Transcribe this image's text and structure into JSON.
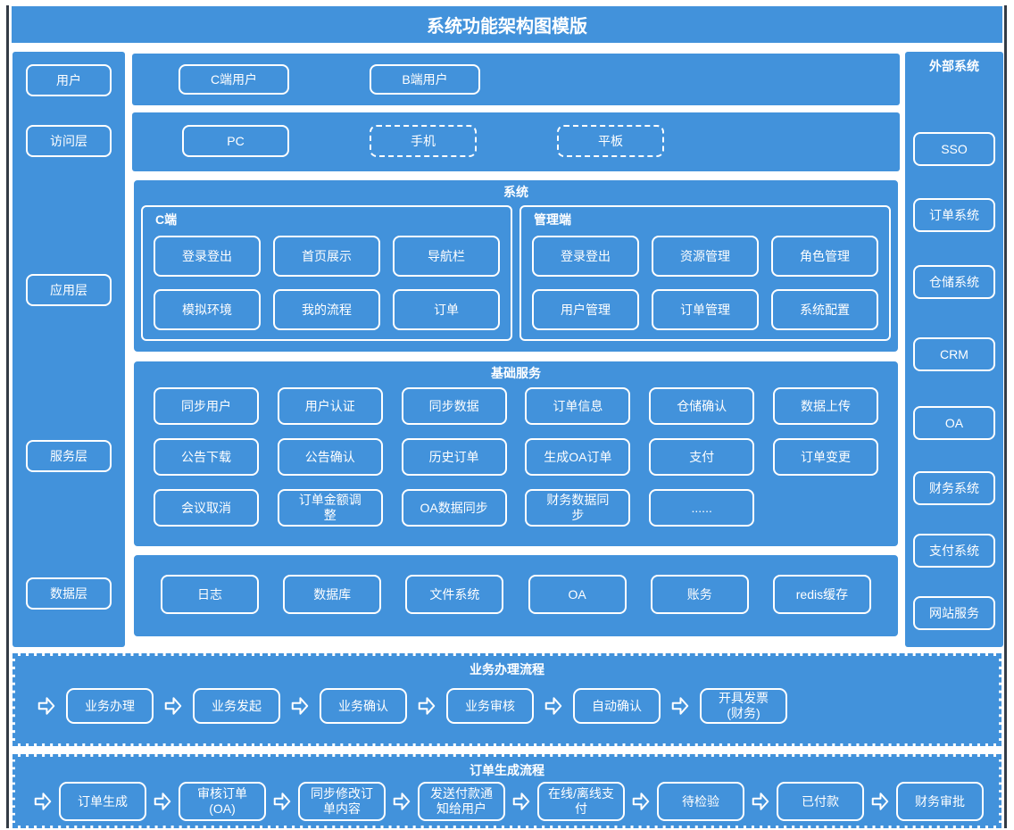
{
  "title": "系统功能架构图模版",
  "colors": {
    "primary": "#4292db",
    "edge": "#333b45",
    "text": "#ffffff"
  },
  "layer_column": {
    "items": [
      "用户",
      "访问层",
      "应用层",
      "服务层",
      "数据层"
    ]
  },
  "user_row": {
    "items": [
      "C端用户",
      "B端用户"
    ]
  },
  "access_row": {
    "items": [
      {
        "label": "PC",
        "dashed": false
      },
      {
        "label": "手机",
        "dashed": true
      },
      {
        "label": "平板",
        "dashed": true
      }
    ]
  },
  "system_panel": {
    "label": "系统",
    "groups": [
      {
        "label": "C端",
        "items": [
          "登录登出",
          "首页展示",
          "导航栏",
          "模拟环境",
          "我的流程",
          "订单"
        ]
      },
      {
        "label": "管理端",
        "items": [
          "登录登出",
          "资源管理",
          "角色管理",
          "用户管理",
          "订单管理",
          "系统配置"
        ]
      }
    ]
  },
  "services_panel": {
    "label": "基础服务",
    "items": [
      "同步用户",
      "用户认证",
      "同步数据",
      "订单信息",
      "仓储确认",
      "数据上传",
      "公告下载",
      "公告确认",
      "历史订单",
      "生成OA订单",
      "支付",
      "订单变更",
      "会议取消",
      "订单金额调\n整",
      "OA数据同步",
      "财务数据同\n步",
      "......"
    ]
  },
  "data_panel": {
    "items": [
      "日志",
      "数据库",
      "文件系统",
      "OA",
      "账务",
      "redis缓存"
    ]
  },
  "external_panel": {
    "label": "外部系统",
    "items": [
      "SSO",
      "订单系统",
      "仓储系统",
      "CRM",
      "OA",
      "财务系统",
      "支付系统",
      "网站服务"
    ]
  },
  "flow_sections": [
    {
      "label": "业务办理流程",
      "steps": [
        "业务办理",
        "业务发起",
        "业务确认",
        "业务审核",
        "自动确认",
        "开具发票\n(财务)"
      ]
    },
    {
      "label": "订单生成流程",
      "steps": [
        "订单生成",
        "审核订单\n(OA)",
        "同步修改订\n单内容",
        "发送付款通\n知给用户",
        "在线/离线支\n付",
        "待检验",
        "已付款",
        "财务审批"
      ]
    }
  ]
}
